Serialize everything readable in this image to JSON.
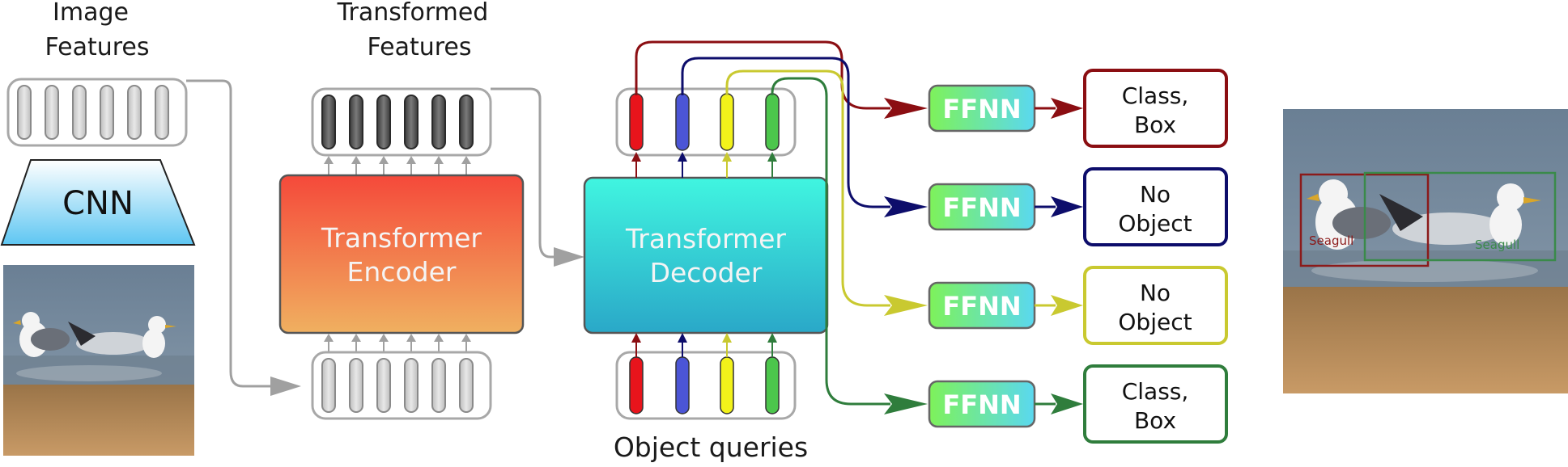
{
  "labels": {
    "image_features_l1": "Image",
    "image_features_l2": "Features",
    "transformed_l1": "Transformed",
    "transformed_l2": "Features",
    "cnn": "CNN",
    "encoder_l1": "Transformer",
    "encoder_l2": "Encoder",
    "decoder_l1": "Transformer",
    "decoder_l2": "Decoder",
    "object_queries": "Object queries",
    "ffnn": "FFNN"
  },
  "outputs": [
    {
      "line1": "Class,",
      "line2": "Box"
    },
    {
      "line1": "No",
      "line2": "Object"
    },
    {
      "line1": "No",
      "line2": "Object"
    },
    {
      "line1": "Class,",
      "line2": "Box"
    }
  ],
  "detections": [
    {
      "label": "Seagull"
    },
    {
      "label": "Seagull"
    }
  ],
  "colors": {
    "query1": "#e8141c",
    "query2": "#4b55d6",
    "query3": "#f2f21a",
    "query4": "#4cc64c",
    "route1": "#8b0e12",
    "route2": "#0d0d6b",
    "route3": "#c9c930",
    "route4": "#2f7d3c",
    "encoder_top": "#f5493a",
    "encoder_bottom": "#f0b060",
    "decoder_top": "#40f5e0",
    "decoder_bottom": "#2aa8c8",
    "gray_arrow": "#a0a0a0"
  },
  "icons": {
    "photo": "seagull-photo",
    "result_photo": "seagull-detection-photo"
  }
}
